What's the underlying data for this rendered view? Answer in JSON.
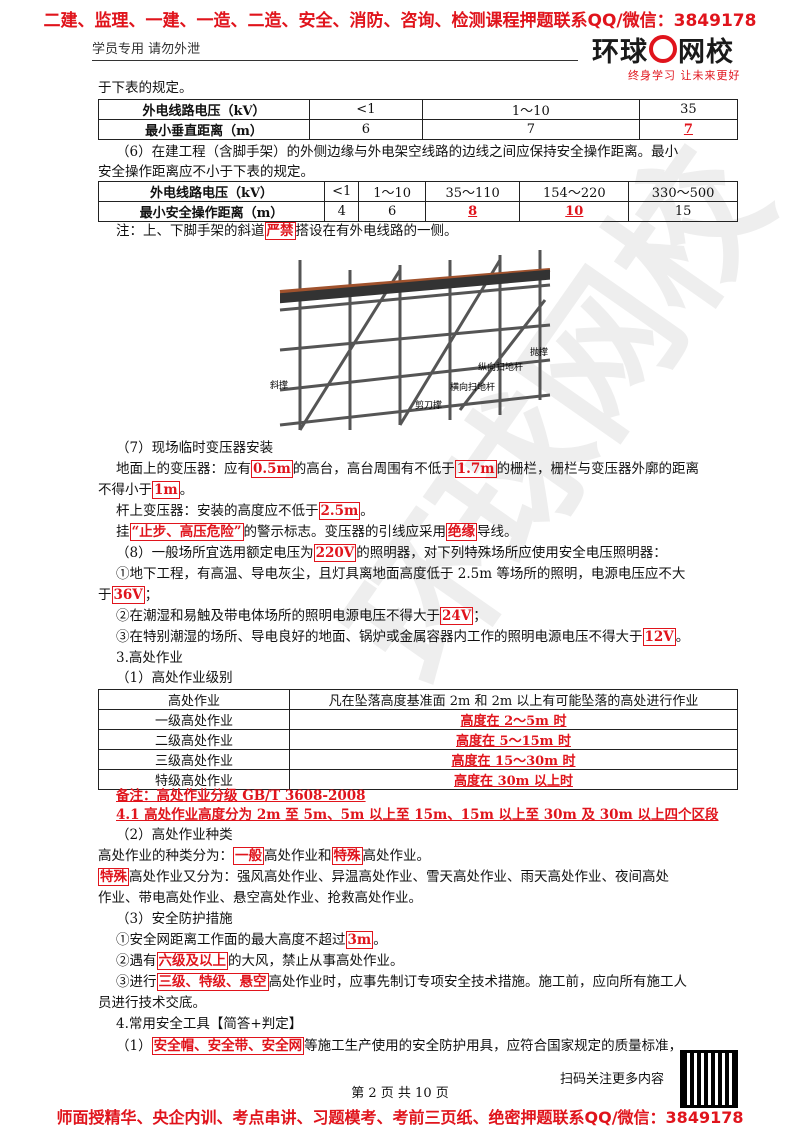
{
  "banner_top": "二建、监理、一建、一造、二造、安全、消防、咨询、检测课程押题联系QQ/微信：3849178",
  "banner_bottom": "师面授精华、央企内训、考点串讲、习题模考、考前三页纸、绝密押题联系QQ/微信：3849178",
  "header_left": "学员专用 请勿外泄",
  "logo_main_a": "环球",
  "logo_main_b": "网校",
  "logo_sub": "终身学习 让未来更好",
  "p_intro": "于下表的规定。",
  "table1": {
    "row1": [
      "外电线路电压（kV）",
      "<1",
      "1～10",
      "35"
    ],
    "row2": [
      "最小垂直距离（m）",
      "6",
      "7",
      "7"
    ]
  },
  "p6a": "（6）在建工程（含脚手架）的外侧边缘与外电架空线路的边线之间应保持安全操作距离。最小",
  "p6b": "安全操作距离应不小于下表的规定。",
  "table2": {
    "row1": [
      "外电线路电压（kV）",
      "<1",
      "1～10",
      "35～110",
      "154～220",
      "330～500"
    ],
    "row2": [
      "最小安全操作距离（m）",
      "4",
      "6",
      "8",
      "10",
      "15"
    ]
  },
  "note_a": "注：上、下脚手架的斜道",
  "note_b": "严禁",
  "note_c": "搭设在有外电线路的一侧。",
  "fig_labels": {
    "a": "纵向扫地杆",
    "b": "横向扫地杆",
    "c": "剪刀撑",
    "d": "抛撑",
    "e": "斜撑"
  },
  "p7": "（7）现场临时变压器安装",
  "p7a_1": "地面上的变压器：应有",
  "p7a_2": "0.5m",
  "p7a_3": "的高台，高台周围有不低于",
  "p7a_4": "1.7m",
  "p7a_5": "的栅栏，栅栏与变压器外廓的距离",
  "p7b_1": "不得小于",
  "p7b_2": "1m",
  "p7b_3": "。",
  "p7c_1": "杆上变压器：安装的高度应不低于",
  "p7c_2": "2.5m",
  "p7c_3": "。",
  "p7d_1": "挂",
  "p7d_2": "“止步、高压危险”",
  "p7d_3": "的警示标志。变压器的引线应采用",
  "p7d_4": "绝缘",
  "p7d_5": "导线。",
  "p8_1": "（8）一般场所宜选用额定电压为",
  "p8_2": "220V",
  "p8_3": "的照明器，对下列特殊场所应使用安全电压照明器：",
  "p8a_1": "①地下工程，有高温、导电灰尘，且灯具离地面高度低于 2.5m 等场所的照明，电源电压应不大",
  "p8a_2": "于",
  "p8a_3": "36V",
  "p8a_4": "；",
  "p8b_1": "②在潮湿和易触及带电体场所的照明电源电压不得大于",
  "p8b_2": "24V",
  "p8b_3": "；",
  "p8c_1": "③在特别潮湿的场所、导电良好的地面、锅炉或金属容器内工作的照明电源电压不得大于",
  "p8c_2": "12V",
  "p8c_3": "。",
  "s3": "3.高处作业",
  "s3_1": "（1）高处作业级别",
  "table3": {
    "header": [
      "高处作业",
      "凡在坠落高度基准面 2m 和 2m 以上有可能坠落的高处进行作业"
    ],
    "rows": [
      [
        "一级高处作业",
        "高度在 2～5m 时"
      ],
      [
        "二级高处作业",
        "高度在 5～15m 时"
      ],
      [
        "三级高处作业",
        "高度在 15～30m 时"
      ],
      [
        "特级高处作业",
        "高度在 30m 以上时"
      ]
    ]
  },
  "remark1": "备注：高处作业分级 GB/T 3608-2008",
  "remark2": "4.1  高处作业高度分为 2m 至 5m、5m 以上至 15m、15m 以上至 30m 及 30m 以上四个区段",
  "s3_2": "（2）高处作业种类",
  "k1_1": "高处作业的种类分为：",
  "k1_2": "一般",
  "k1_3": "高处作业和",
  "k1_4": "特殊",
  "k1_5": "高处作业。",
  "k2_1": "特殊",
  "k2_2": "高处作业又分为：强风高处作业、异温高处作业、雪天高处作业、雨天高处作业、夜间高处",
  "k3": "作业、带电高处作业、悬空高处作业、抢救高处作业。",
  "s3_3": "（3）安全防护措施",
  "m1_1": "①安全网距离工作面的最大高度不超过",
  "m1_2": "3m",
  "m1_3": "。",
  "m2_1": "②遇有",
  "m2_2": "六级及以上",
  "m2_3": "的大风，禁止从事高处作业。",
  "m3_1": "③进行",
  "m3_2": "三级、特级、悬空",
  "m3_3": "高处作业时，应事先制订专项安全技术措施。施工前，应向所有施工人",
  "m4": "员进行技术交底。",
  "s4": "4.常用安全工具【简答+判定】",
  "t1_1": "（1）",
  "t1_2": "安全帽、安全带、安全网",
  "t1_3": "等施工生产使用的安全防护用具，应符合国家规定的质量标准，",
  "footer_page": "第 2 页 共 10 页",
  "scan_text": "扫码关注更多内容",
  "watermark": "环球网校",
  "colors": {
    "accent": "#e0141c"
  }
}
